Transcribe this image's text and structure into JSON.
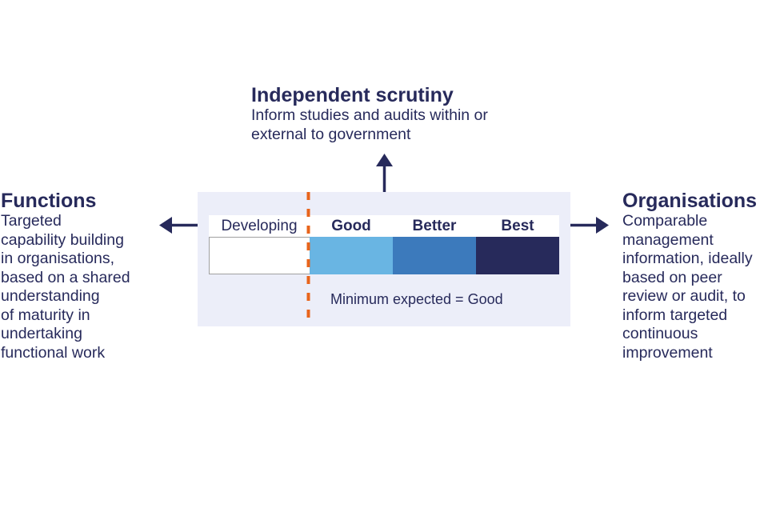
{
  "colors": {
    "navy": "#272a5b",
    "panel_bg": "#eceef9",
    "good": "#69b5e3",
    "better": "#3c7abc",
    "best": "#272a5b",
    "threshold_line": "#e8641b"
  },
  "top": {
    "title": "Independent scrutiny",
    "description": "Inform studies and audits within or\nexternal to government"
  },
  "left": {
    "title": "Functions",
    "description": "Targeted\ncapability building\nin organisations,\nbased on a shared\nunderstanding\nof maturity in\nundertaking\nfunctional work"
  },
  "right": {
    "title": "Organisations",
    "description": "Comparable\nmanagement\ninformation, ideally\nbased on peer\nreview or audit, to\ninform targeted\ncontinuous\nimprovement"
  },
  "scale": {
    "levels": [
      {
        "label": "Developing",
        "bold": false
      },
      {
        "label": "Good",
        "bold": true
      },
      {
        "label": "Better",
        "bold": true
      },
      {
        "label": "Best",
        "bold": true
      }
    ],
    "minimum_text": "Minimum expected = Good"
  },
  "arrows": [
    {
      "direction": "up",
      "target": "Independent scrutiny"
    },
    {
      "direction": "left",
      "target": "Functions"
    },
    {
      "direction": "right",
      "target": "Organisations"
    }
  ]
}
